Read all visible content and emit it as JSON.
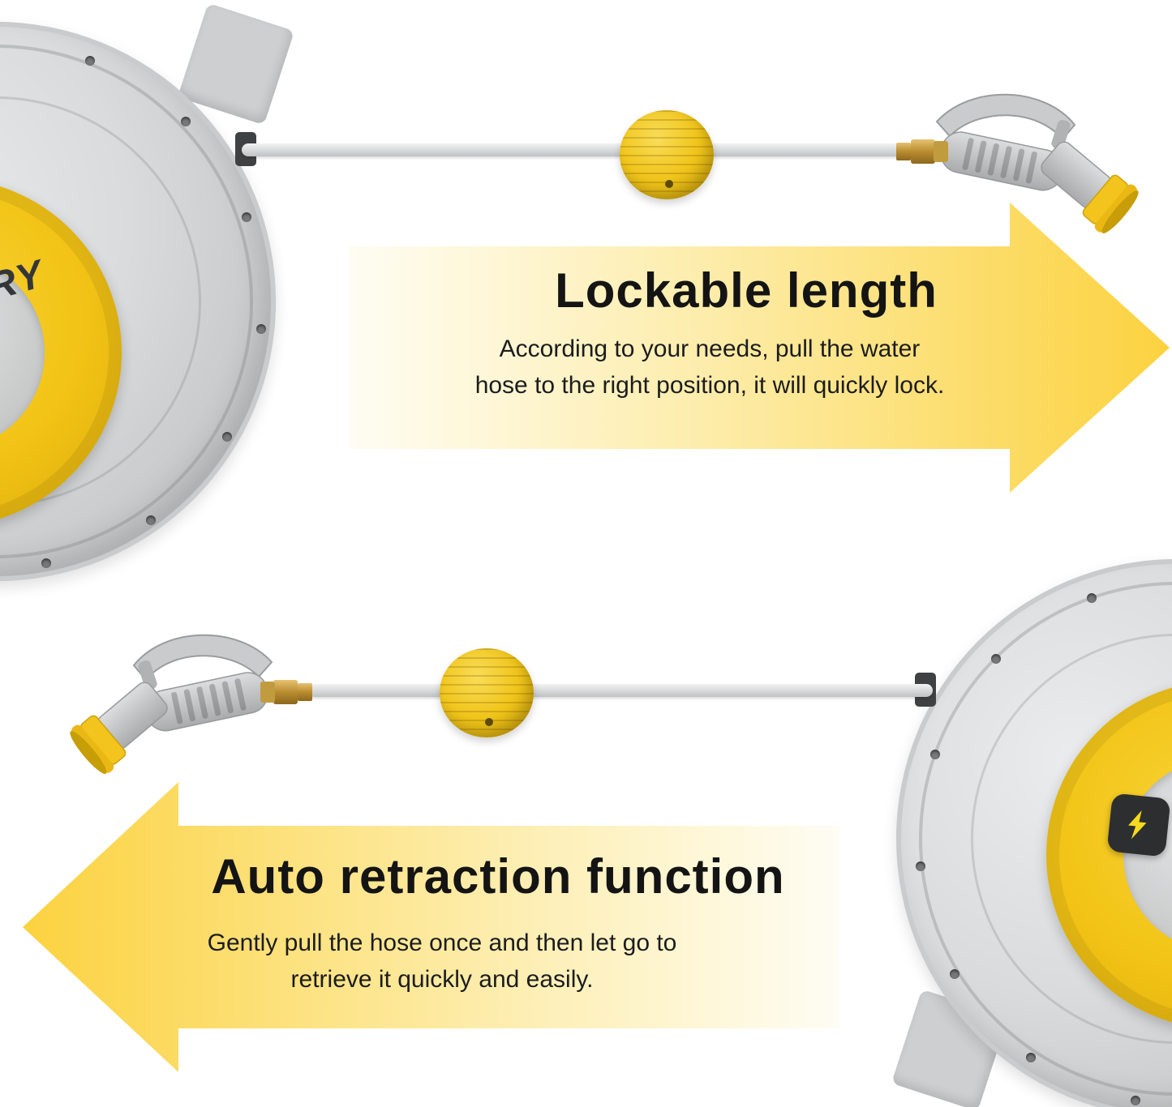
{
  "colors": {
    "accent_yellow": "#f2c41d",
    "arrow_yellow": "#fcd23f",
    "arrow_pale": "#fefdf4",
    "reel_gray": "#d6d8d9",
    "heading_text": "#141414"
  },
  "lockable_section": {
    "title": "Lockable length",
    "description_line1": "According to your needs, pull the  water",
    "description_line2": "hose to the right position, it will quickly lock.",
    "reel_brand_fragment": "RY"
  },
  "auto_section": {
    "title": "Auto retraction function",
    "description_line1": "Gently pull the hose once and then let go to",
    "description_line2": "retrieve it quickly and easily."
  },
  "icons": {
    "reel_logo": "lightning-icon",
    "hose_stopper": "ball-stopper",
    "sprayer": "spray-nozzle"
  }
}
